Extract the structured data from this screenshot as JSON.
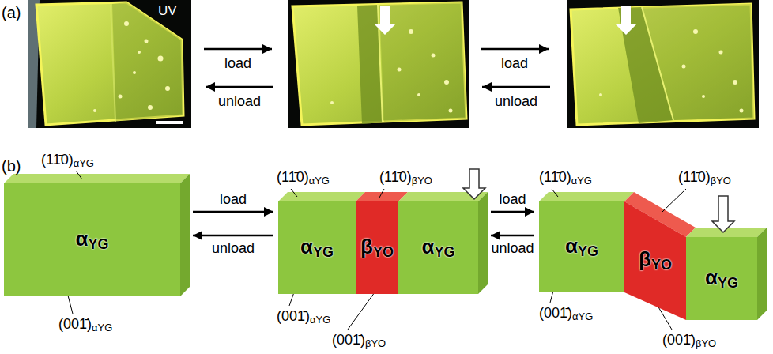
{
  "diagram": {
    "nodes": [
      {
        "text": [
          "αYG"
        ]
      },
      {
        "text": [
          "αYG"
        ]
      },
      {
        "text": [
          "βYO"
        ]
      },
      {
        "text": [
          "αYG"
        ]
      },
      {
        "text": [
          "αYG"
        ]
      },
      {
        "text": [
          "βYO"
        ]
      },
      {
        "text": [
          "αYG"
        ]
      }
    ],
    "edges": [
      {
        "from": 0,
        "to": 1,
        "arrow": "to",
        "label": "load"
      },
      {
        "from": 1,
        "to": 0,
        "arrow": "to",
        "label": "unload"
      },
      {
        "from": 3,
        "to": 4,
        "arrow": "to",
        "label": "load"
      },
      {
        "from": 4,
        "to": 3,
        "arrow": "to",
        "label": "unload"
      }
    ],
    "labels": [
      "(a)",
      "UV",
      "load",
      "unload",
      "load",
      "unload",
      "(b)",
      "(11̄0)αYG",
      "(001̄)αYG",
      "(11̄0)αYG",
      "(11̄0)βYO",
      "(001̄)αYG",
      "(001̄)βYO",
      "(11̄0)αYG",
      "(11̄0)βYO",
      "(001̄)αYG",
      "(001̄)βYO"
    ]
  }
}
